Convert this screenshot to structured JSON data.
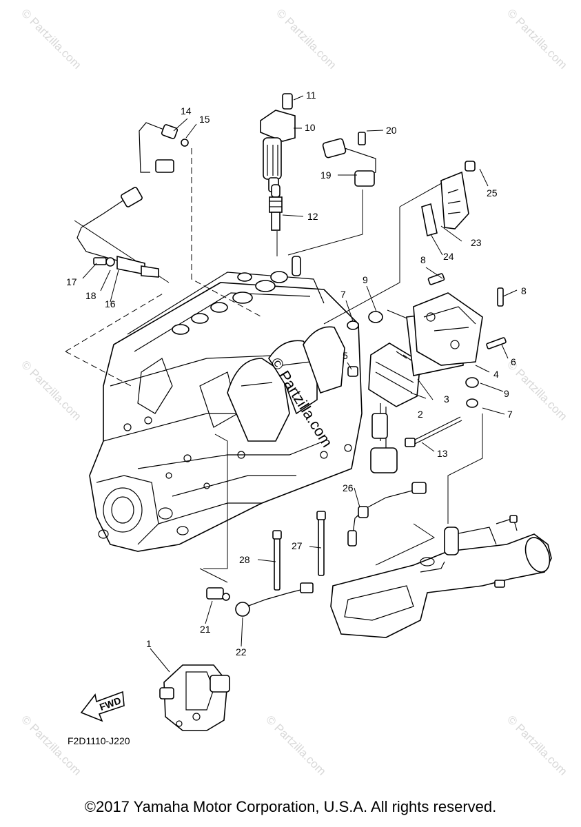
{
  "diagram": {
    "watermark": "© Partzilla.com",
    "figure_code": "F2D1110-J220",
    "fwd_label": "FWD",
    "callouts": [
      "1",
      "2",
      "3",
      "4",
      "5",
      "6",
      "7",
      "7",
      "8",
      "8",
      "9",
      "9",
      "10",
      "11",
      "12",
      "13",
      "14",
      "15",
      "16",
      "17",
      "18",
      "19",
      "20",
      "21",
      "22",
      "23",
      "24",
      "25",
      "26",
      "27",
      "28"
    ]
  },
  "footer": {
    "copyright": "©2017 Yamaha Motor Corporation, U.S.A. All rights reserved."
  }
}
